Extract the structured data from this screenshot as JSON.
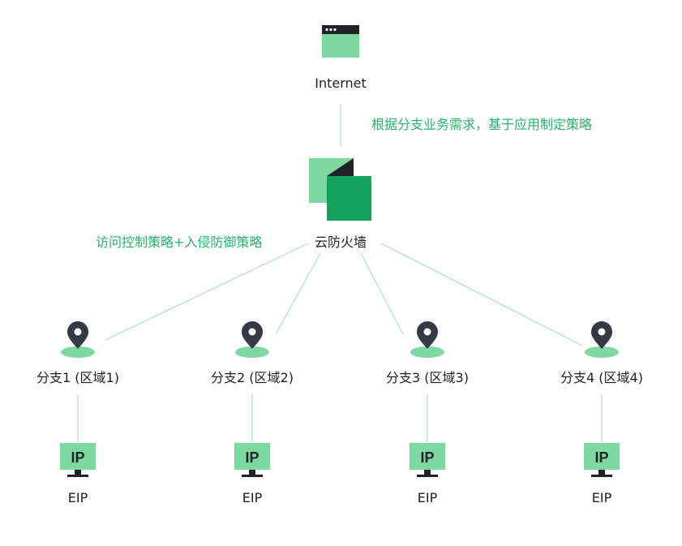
{
  "internet": {
    "label": "Internet",
    "icon": "browser-window-icon"
  },
  "firewall": {
    "label": "云防火墙",
    "icon": "firewall-icon"
  },
  "annotations": {
    "top": "根据分支业务需求，基于应用制定策略",
    "left": "访问控制策略+入侵防御策略"
  },
  "branches": [
    {
      "label": "分支1 (区域1)",
      "eip_label": "EIP",
      "ip_text": "IP"
    },
    {
      "label": "分支2 (区域2)",
      "eip_label": "EIP",
      "ip_text": "IP"
    },
    {
      "label": "分支3 (区域3)",
      "eip_label": "EIP",
      "ip_text": "IP"
    },
    {
      "label": "分支4 (区域4)",
      "eip_label": "EIP",
      "ip_text": "IP"
    }
  ],
  "colors": {
    "green_light": "#7dd9a1",
    "green_dark": "#11a35b",
    "green_text": "#27b36b",
    "line": "#a8e2bf",
    "pin": "#333a45",
    "black_corner": "#1f2329"
  }
}
